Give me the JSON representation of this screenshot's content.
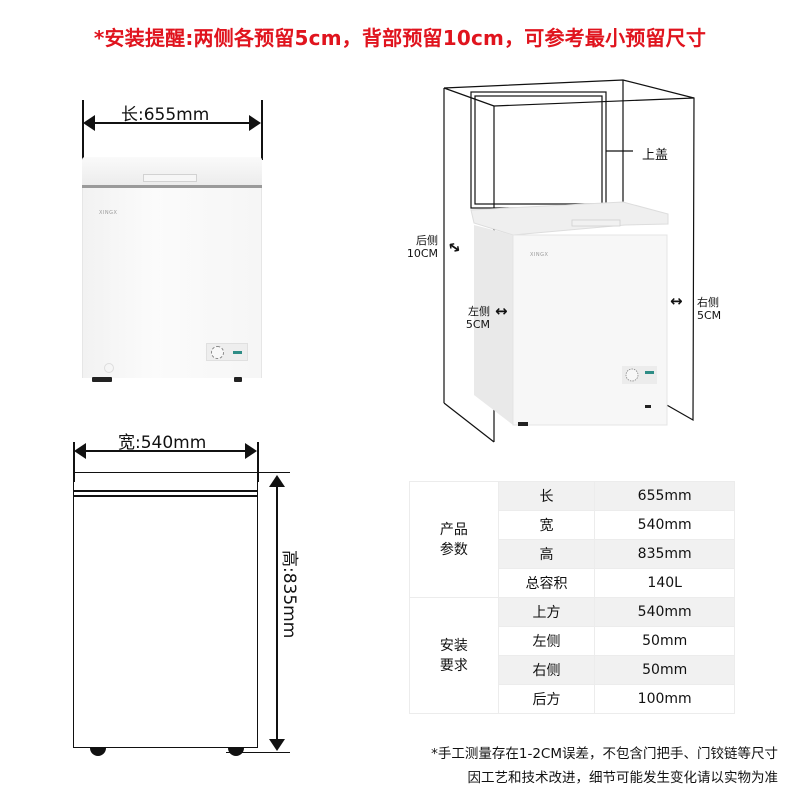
{
  "header": {
    "warning": "*安装提醒:两侧各预留5cm，背部预留10cm，可参考最小预留尺寸",
    "warning_color": "#e0141e"
  },
  "front_view": {
    "length_label": "长:655mm",
    "brand": "XINGX"
  },
  "outline_view": {
    "width_label": "宽:540mm",
    "height_label": "高:835mm"
  },
  "install_diagram": {
    "lid_label": "上盖",
    "rear": {
      "name": "后侧",
      "value": "10CM"
    },
    "left": {
      "name": "左侧",
      "value": "5CM"
    },
    "right": {
      "name": "右侧",
      "value": "5CM"
    },
    "brand": "XINGX"
  },
  "spec_table": {
    "groups": [
      {
        "label_line1": "产品",
        "label_line2": "参数",
        "rows": [
          {
            "key": "长",
            "value": "655mm"
          },
          {
            "key": "宽",
            "value": "540mm"
          },
          {
            "key": "高",
            "value": "835mm"
          },
          {
            "key": "总容积",
            "value": "140L"
          }
        ]
      },
      {
        "label_line1": "安装",
        "label_line2": "要求",
        "rows": [
          {
            "key": "上方",
            "value": "540mm"
          },
          {
            "key": "左侧",
            "value": "50mm"
          },
          {
            "key": "右侧",
            "value": "50mm"
          },
          {
            "key": "后方",
            "value": "100mm"
          }
        ]
      }
    ]
  },
  "footnotes": [
    "*手工测量存在1-2CM误差，不包含门把手、门铰链等尺寸",
    "因工艺和技术改进，细节可能发生变化请以实物为准"
  ]
}
